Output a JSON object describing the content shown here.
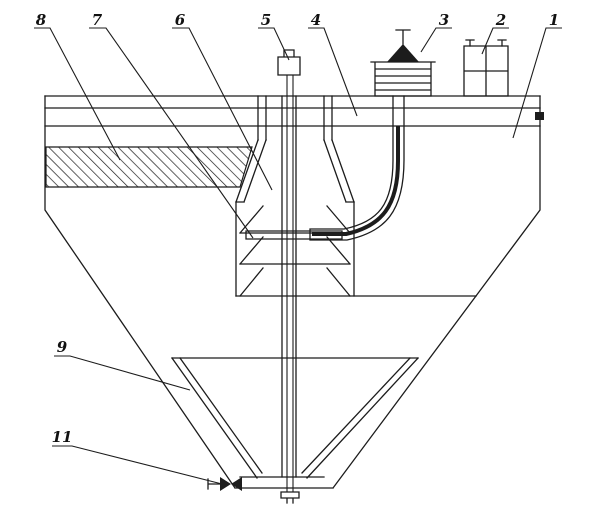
{
  "figure": {
    "kind": "sectional-line-drawing",
    "colors": {
      "line": "#1c1c1c",
      "background": "#ffffff",
      "label": "#111111"
    },
    "callouts": [
      {
        "text": "8"
      },
      {
        "text": "7"
      },
      {
        "text": "6"
      },
      {
        "text": "5"
      },
      {
        "text": "4"
      },
      {
        "text": "3"
      },
      {
        "text": "2"
      },
      {
        "text": "1"
      },
      {
        "text": "9"
      },
      {
        "text": "11"
      }
    ]
  }
}
